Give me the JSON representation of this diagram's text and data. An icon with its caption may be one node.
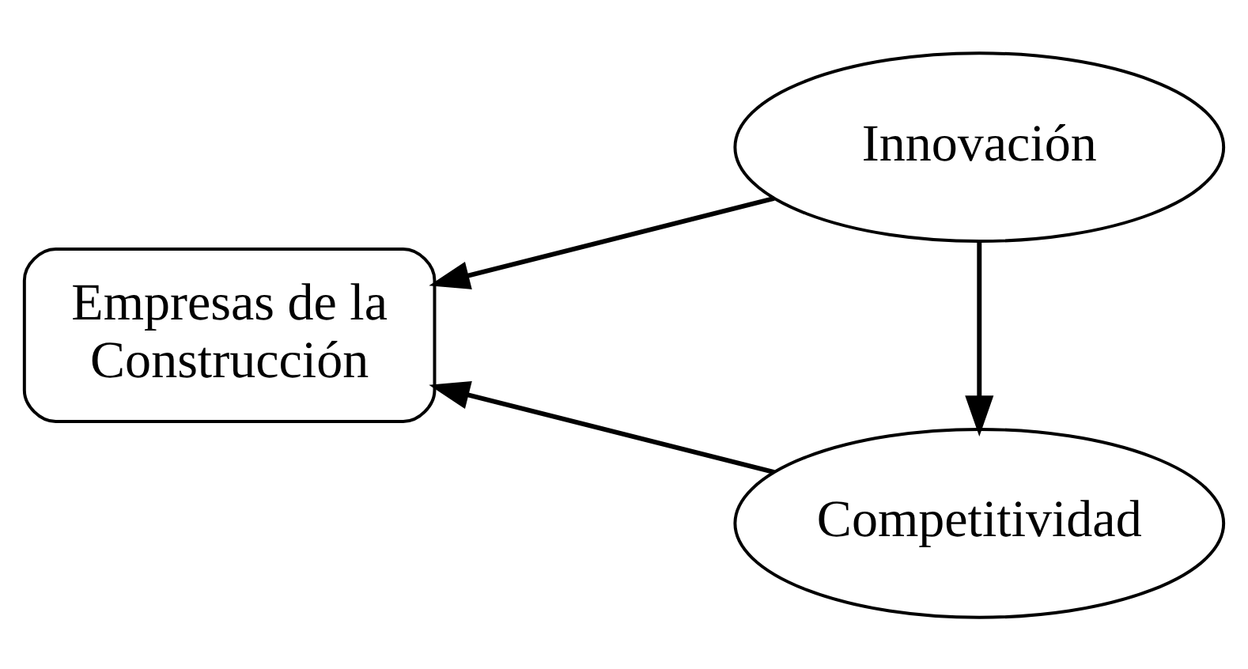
{
  "diagram": {
    "nodes": [
      {
        "text": [
          "Empresas de la Construcción"
        ]
      },
      {
        "text": [
          "Innovación"
        ]
      },
      {
        "text": [
          "Competitividad"
        ]
      }
    ],
    "edges": [
      {
        "from": 1,
        "to": 0,
        "arrow": "to"
      },
      {
        "from": 1,
        "to": 2,
        "arrow": "to"
      },
      {
        "from": 2,
        "to": 0,
        "arrow": "to"
      }
    ]
  }
}
